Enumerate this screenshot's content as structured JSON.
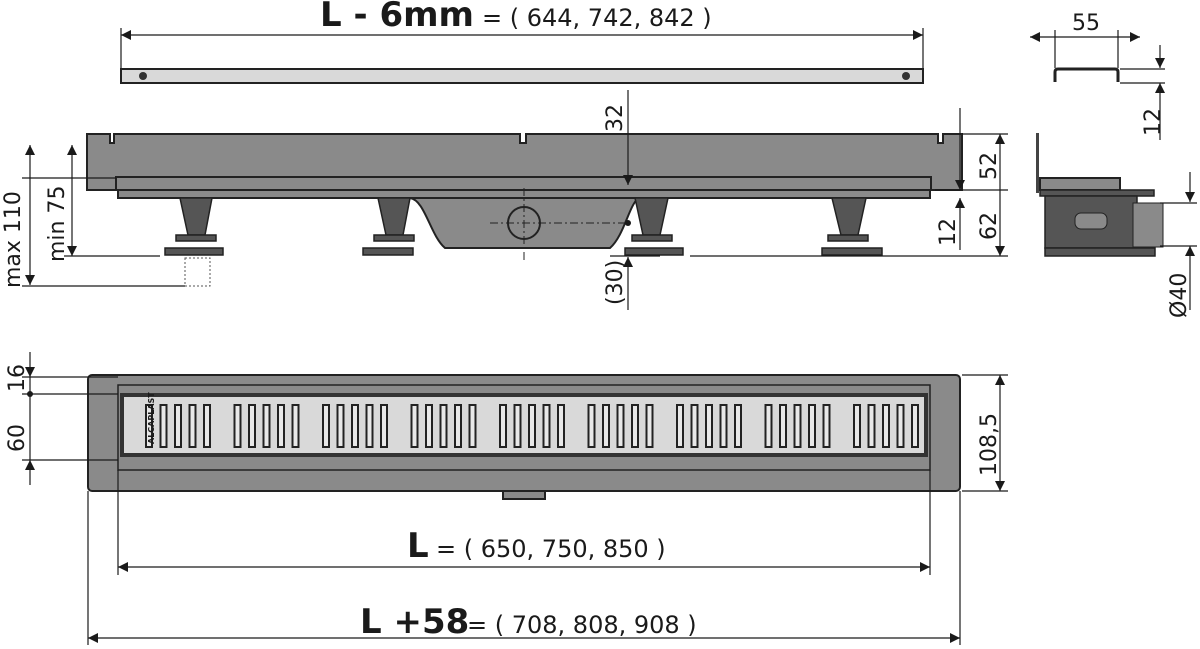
{
  "top_dimension": {
    "label": "L - 6mm",
    "values": "= ( 644, 742, 842 )"
  },
  "middle_dimension": {
    "label": "L",
    "values": "= ( 650, 750, 850 )"
  },
  "bottom_dimension": {
    "label": "L +58",
    "values": "= ( 708, 808, 908 )"
  },
  "side_view": {
    "height_max": "max 110",
    "height_min": "min 75",
    "outlet_offset": "32",
    "outlet_below": "(30)",
    "body_height": "52",
    "outlet_height": "12",
    "total_height": "62"
  },
  "profile_view": {
    "width": "55",
    "height": "12",
    "outlet_diameter": "Ø40"
  },
  "plan_view": {
    "edge": "16",
    "grate_width": "60",
    "total_width": "108,5",
    "logo": "ALCAPLAST",
    "slot_groups": 9,
    "slots_per_group": 5
  },
  "colors": {
    "body": "#8a8a8a",
    "dark_parts": "#555555",
    "grate": "#d9d9d9",
    "line": "#1a1a1a"
  }
}
